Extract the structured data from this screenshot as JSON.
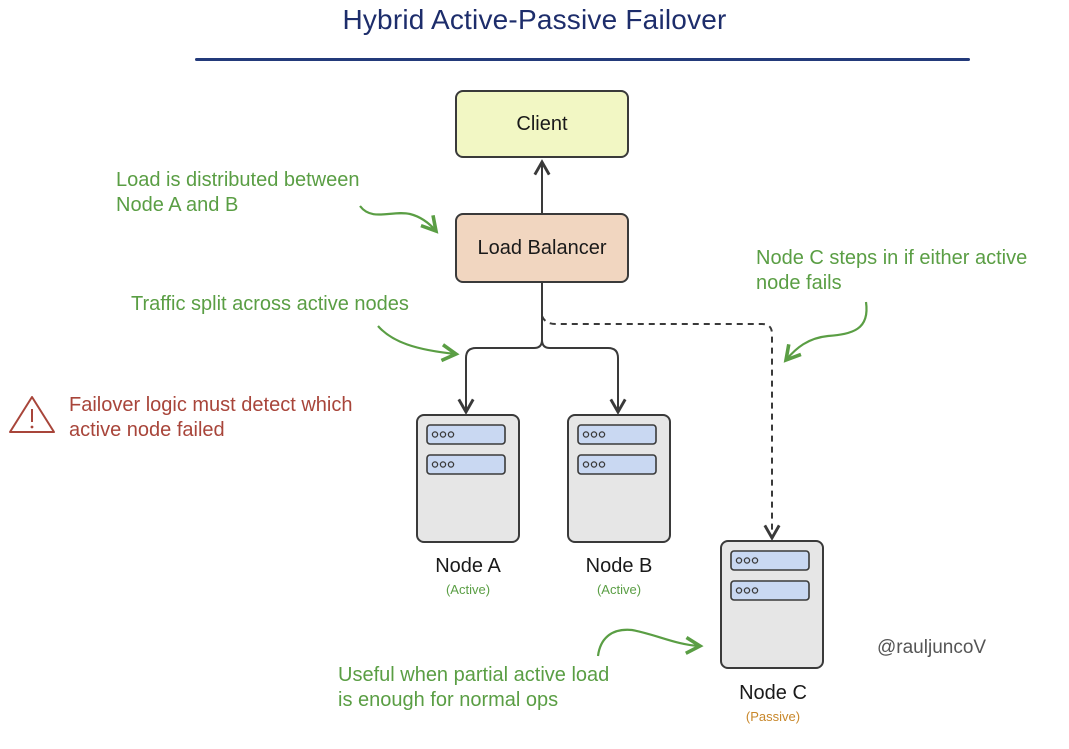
{
  "title": "Hybrid Active-Passive Failover",
  "nodes": {
    "client": "Client",
    "load_balancer": "Load Balancer",
    "node_a": {
      "label": "Node A",
      "role": "(Active)"
    },
    "node_b": {
      "label": "Node B",
      "role": "(Active)"
    },
    "node_c": {
      "label": "Node C",
      "role": "(Passive)"
    }
  },
  "annotations": {
    "distributed": [
      "Load is distributed between",
      "Node A and B"
    ],
    "traffic_split": "Traffic split across active nodes",
    "failover_warning": [
      "Failover logic must detect which",
      "active node failed"
    ],
    "node_c_steps_in": [
      "Node C steps in if either active",
      "node fails"
    ],
    "useful_when": [
      "Useful when partial active load",
      "is enough for normal ops"
    ]
  },
  "watermark": "@rauljuncoV",
  "colors": {
    "title": "#1d2d6b",
    "note_green": "#5a9e44",
    "warning_red": "#a8453a",
    "passive_orange": "#c8872a",
    "client_fill": "#f2f7c4",
    "load_balancer_fill": "#f1d6c0",
    "server_fill": "#e6e6e6",
    "server_slot_fill": "#c9d8f2"
  },
  "icons": [
    "warning-icon",
    "server-icon"
  ]
}
